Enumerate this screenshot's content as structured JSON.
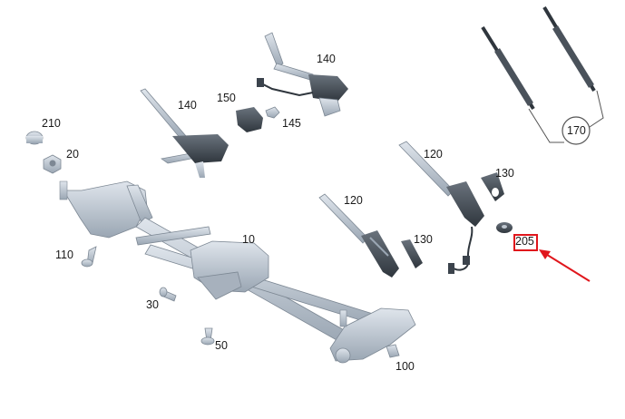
{
  "diagram": {
    "callouts": [
      {
        "id": "c210",
        "text": "210"
      },
      {
        "id": "c20",
        "text": "20"
      },
      {
        "id": "c140a",
        "text": "140"
      },
      {
        "id": "c150",
        "text": "150"
      },
      {
        "id": "c145",
        "text": "145"
      },
      {
        "id": "c140b",
        "text": "140"
      },
      {
        "id": "c120a",
        "text": "120"
      },
      {
        "id": "c130a",
        "text": "130"
      },
      {
        "id": "c120b",
        "text": "120"
      },
      {
        "id": "c130b",
        "text": "130"
      },
      {
        "id": "c205",
        "text": "205"
      },
      {
        "id": "c10",
        "text": "10"
      },
      {
        "id": "c110",
        "text": "110"
      },
      {
        "id": "c30",
        "text": "30"
      },
      {
        "id": "c50",
        "text": "50"
      },
      {
        "id": "c100",
        "text": "100"
      },
      {
        "id": "c170",
        "text": "170"
      }
    ],
    "highlight_color": "#e0161c",
    "part_color": "#b9c3cf",
    "part_dark_color": "#3b434c",
    "line_color": "#555555"
  }
}
